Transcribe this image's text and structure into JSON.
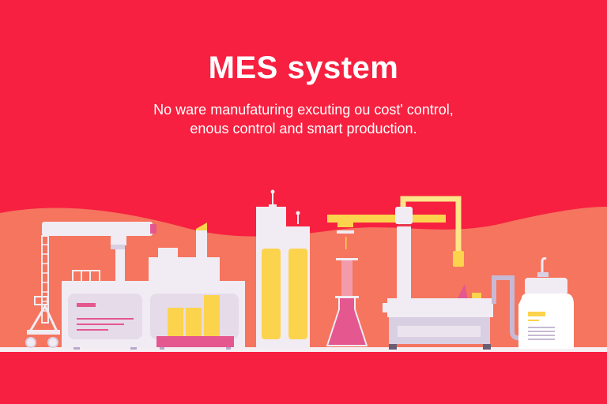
{
  "hero": {
    "title": "MES system",
    "subtitle_line1": "No ware manufaturing excuting ou cost' control,",
    "subtitle_line2": "enous control and smart production."
  },
  "colors": {
    "background": "#f72040",
    "wave": "#f5755f",
    "machine_white": "#f1ecf3",
    "machine_shadow": "#d9cfe3",
    "accent_yellow": "#fcd34d",
    "accent_pink": "#e4578f",
    "floor": "#f7eef2"
  },
  "illustration": {
    "items": [
      {
        "name": "crane-robot-arm"
      },
      {
        "name": "factory-building-with-control-panel"
      },
      {
        "name": "bar-chart-pallet"
      },
      {
        "name": "storage-tanks"
      },
      {
        "name": "lab-flask-dropper"
      },
      {
        "name": "conveyor-processing-machine"
      },
      {
        "name": "chemical-container"
      }
    ]
  }
}
